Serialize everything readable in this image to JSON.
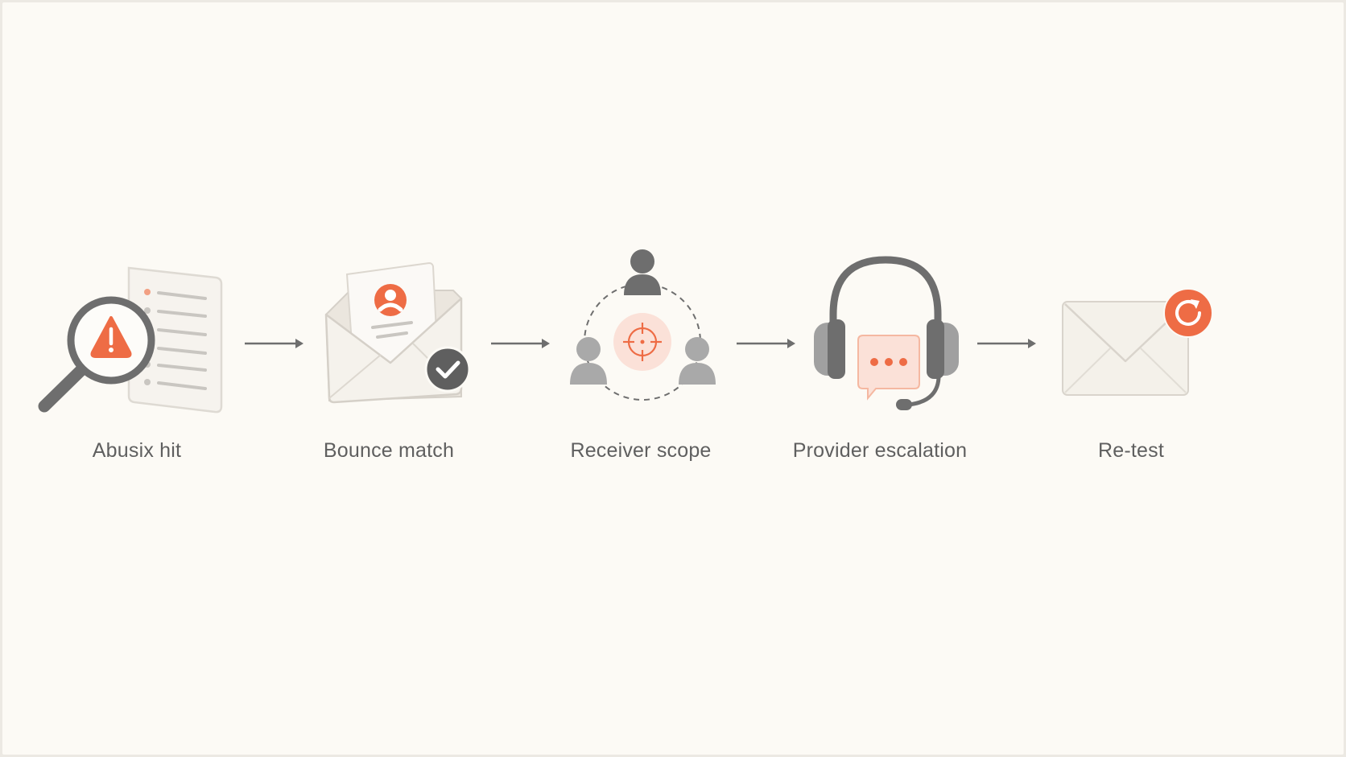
{
  "diagram": {
    "steps": [
      {
        "label": "Abusix hit",
        "icon": "magnifier-warning-document-icon"
      },
      {
        "label": "Bounce match",
        "icon": "envelope-profile-check-icon"
      },
      {
        "label": "Receiver scope",
        "icon": "users-target-icon"
      },
      {
        "label": "Provider escalation",
        "icon": "headset-chat-icon"
      },
      {
        "label": "Re-test",
        "icon": "envelope-refresh-icon"
      }
    ],
    "colors": {
      "background": "#fcfaf5",
      "accent": "#ee6c45",
      "icon_gray": "#6e6e6e",
      "light_gray": "#a9a9a9",
      "paper": "#f5f2ec",
      "label_text": "#5f5f5f",
      "arrow": "#6e6e6e"
    }
  }
}
